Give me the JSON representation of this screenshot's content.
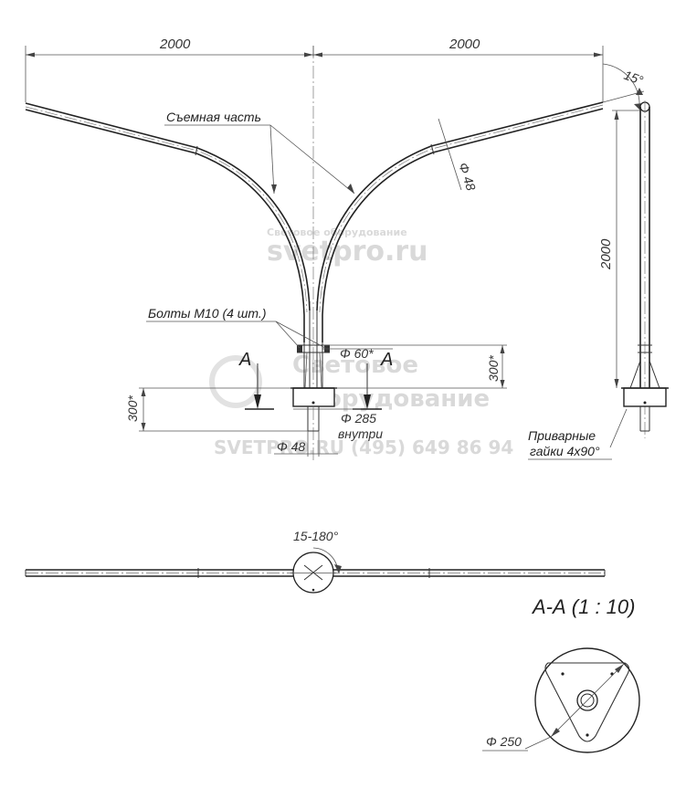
{
  "dimensions": {
    "top_left_span": "2000",
    "top_right_span": "2000",
    "angle": "15°",
    "pipe_diameter": "Φ 48",
    "side_height": "2000",
    "flange_height_right": "300*",
    "flange_height_left": "300*",
    "hole_diameter": "Φ 60*",
    "flange_diameter": "Φ 285",
    "flange_inner_note": "внутри",
    "stub_diameter": "Φ 48",
    "rotation_range": "15-180°",
    "section_base_diameter": "Φ 250"
  },
  "labels": {
    "removable_part": "Съемная часть",
    "bolts": "Болты М10 (4 шт.)",
    "welded_nuts_line1": "Приварные",
    "welded_nuts_line2": "гайки 4x90°",
    "section_mark_left": "А",
    "section_mark_right": "А",
    "section_title": "А-А (1 : 10)"
  },
  "watermarks": {
    "top_small": "Световое оборудование",
    "top_large": "svetpro.ru",
    "mid_line1": "Световое",
    "mid_line2": "оборудование",
    "bottom": "SVETPRO.RU  (495) 649 86 94"
  }
}
